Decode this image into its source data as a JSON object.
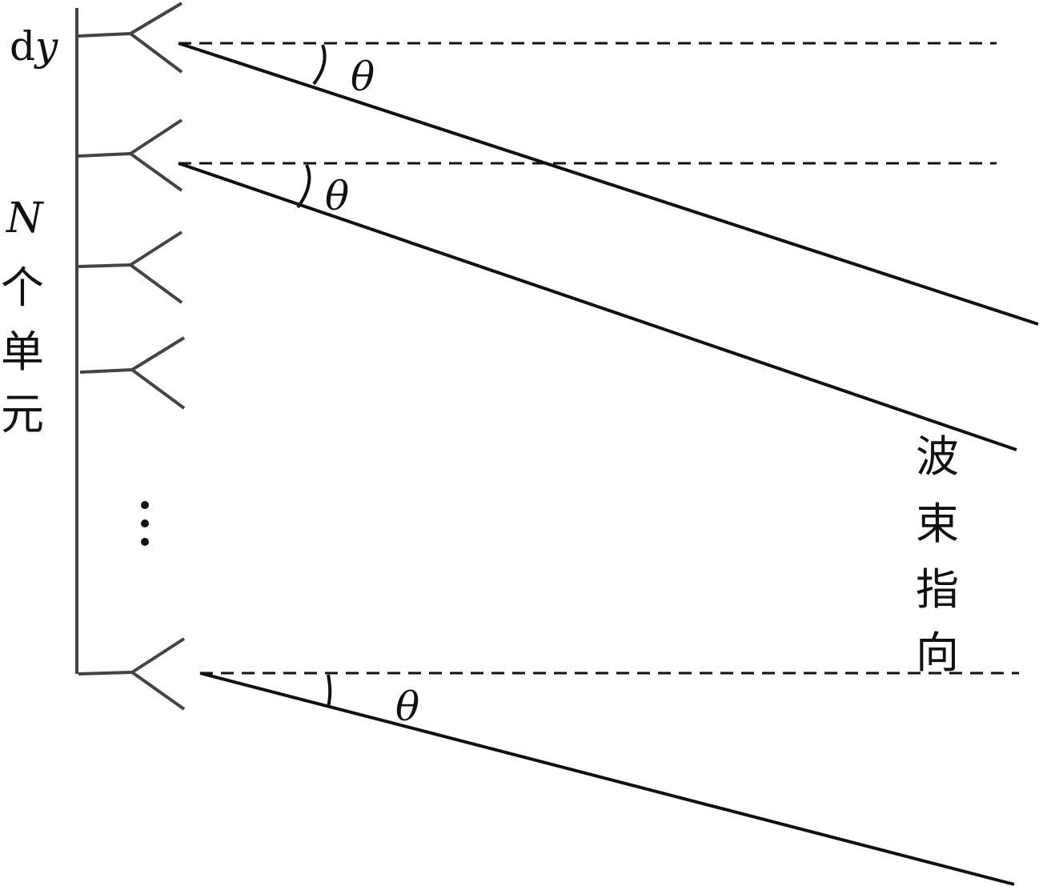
{
  "labels": {
    "spacing_d": "d",
    "spacing_y": "y",
    "n_count": "N",
    "units_text": [
      "个",
      "单",
      "元"
    ],
    "angle_symbol": "θ",
    "beam_text": [
      "波",
      "束",
      "指",
      "向"
    ],
    "ellipsis_symbol": "⋮"
  },
  "colors": {
    "antenna": "#444444",
    "ray": "#111111",
    "reference": "#111111",
    "text": "#111111"
  }
}
